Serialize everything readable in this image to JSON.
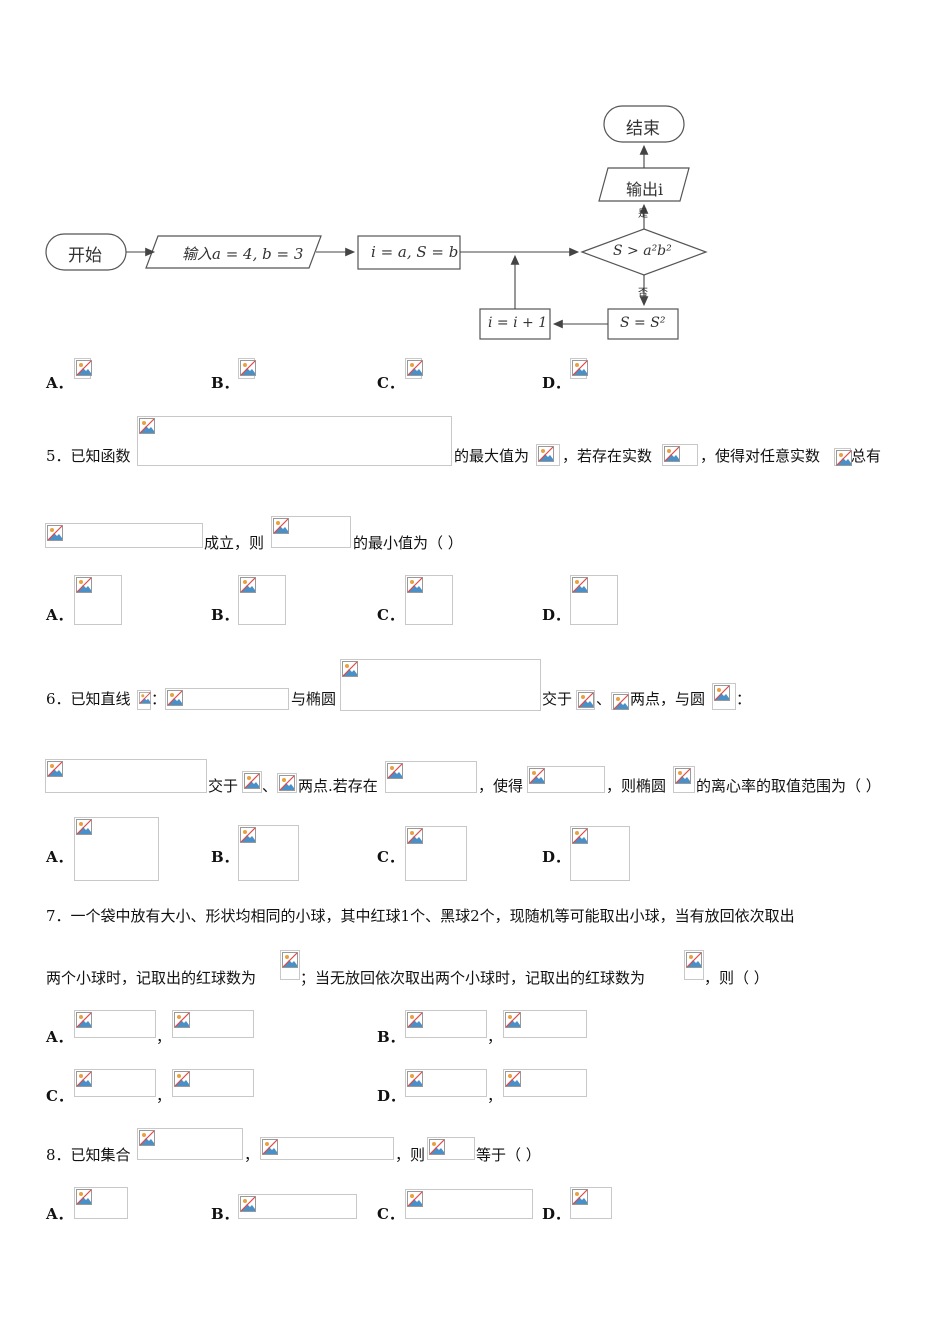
{
  "flowchart": {
    "start": "开始",
    "input": "输入a = 4, b = 3",
    "assign": "i = a, S = b",
    "condition": "S > a²b²",
    "yes": "是",
    "no": "否",
    "square": "S = S²",
    "increment": "i = i + 1",
    "output": "输出i",
    "end": "结束"
  },
  "options_labels": {
    "a": "A．",
    "b": "B．",
    "c": "C．",
    "d": "D．"
  },
  "q5": {
    "line1_a": "5．已知函数",
    "line1_b": "的最大值为",
    "line1_c": "，若存在实数",
    "line1_d": "，使得对任意实数",
    "line1_e": "总有",
    "line2_a": "成立，则",
    "line2_b": "的最小值为（  ）"
  },
  "q6": {
    "line1_a": "6．已知直线",
    "line1_b": "：",
    "line1_c": "与椭圆",
    "line1_d": "交于",
    "line1_e": "、",
    "line1_f": "两点，与圆",
    "line1_g": "：",
    "line2_a": "交于",
    "line2_b": "、",
    "line2_c": "两点.若存在",
    "line2_d": "，使得",
    "line2_e": "，则椭圆",
    "line2_f": "的离心率的取值范围为（  ）"
  },
  "q7": {
    "line1": "7．一个袋中放有大小、形状均相同的小球，其中红球1个、黑球2个，现随机等可能取出小球，当有放回依次取出",
    "line2_a": "两个小球时，记取出的红球数为",
    "line2_b": "；当无放回依次取出两个小球时，记取出的红球数为",
    "line2_c": "，则（  ）",
    "comma": "，"
  },
  "q8": {
    "line_a": "8．已知集合",
    "line_b": "，",
    "line_c": "，则",
    "line_d": "等于（  ）"
  }
}
